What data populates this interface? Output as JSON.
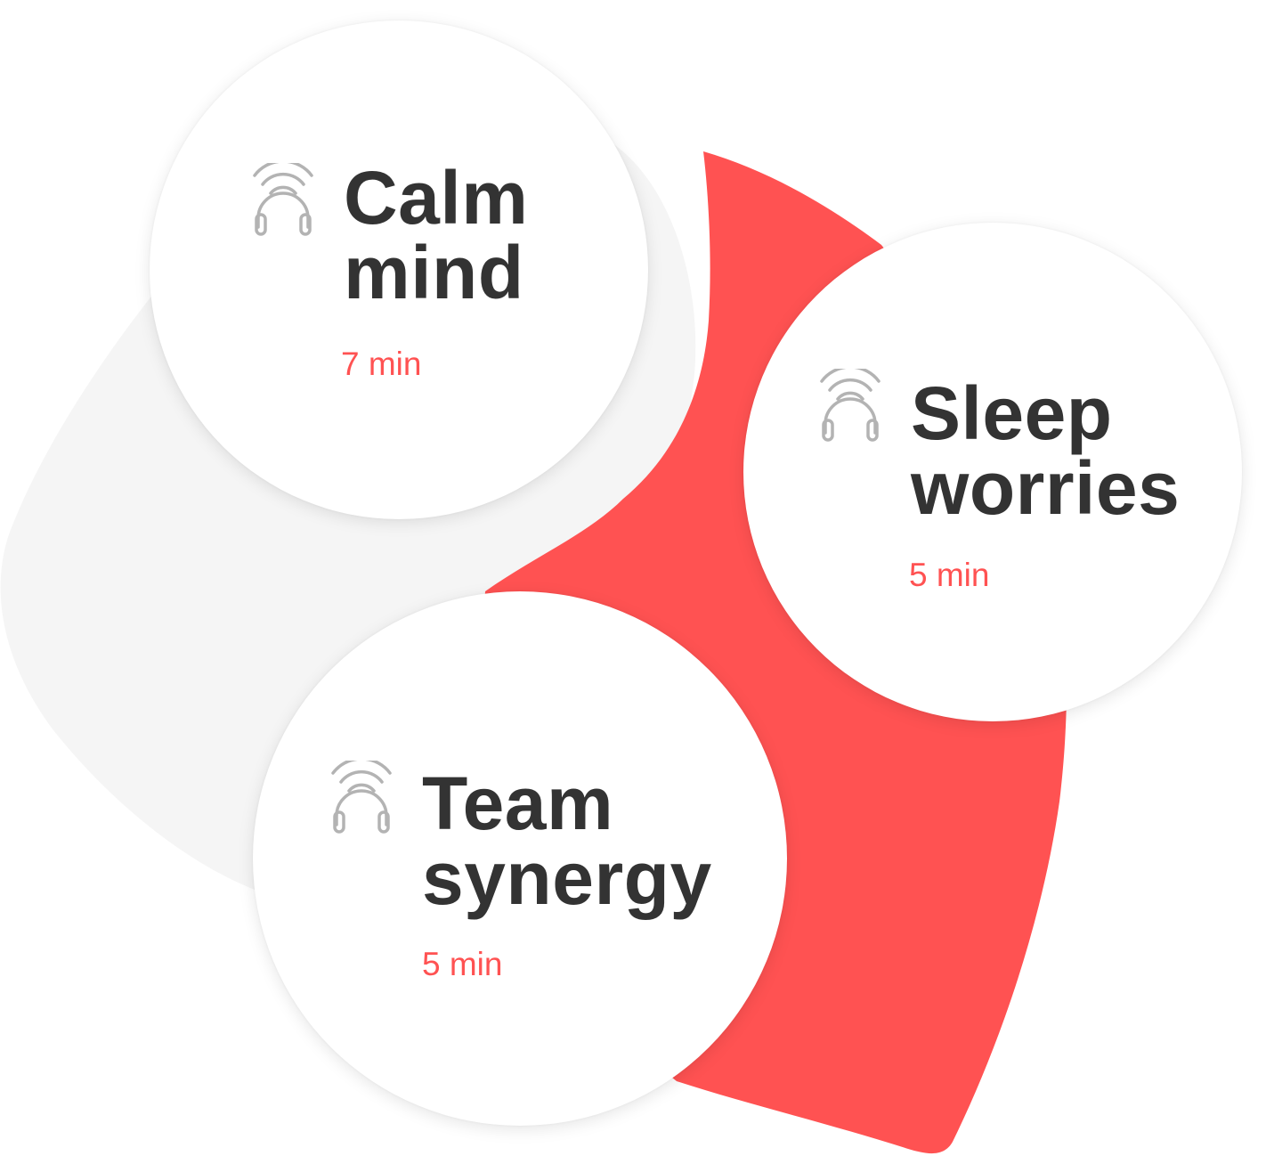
{
  "colors": {
    "accent": "#ff5252",
    "title": "#333333",
    "icon": "#b3b3b3",
    "blob": "#f5f5f5",
    "card": "#ffffff"
  },
  "sessions": [
    {
      "title_line1": "Calm",
      "title_line2": "mind",
      "duration": "7 min",
      "icon": "headphones-broadcast-icon"
    },
    {
      "title_line1": "Sleep",
      "title_line2": "worries",
      "duration": "5 min",
      "icon": "headphones-broadcast-icon"
    },
    {
      "title_line1": "Team",
      "title_line2": "synergy",
      "duration": "5 min",
      "icon": "headphones-broadcast-icon"
    }
  ]
}
